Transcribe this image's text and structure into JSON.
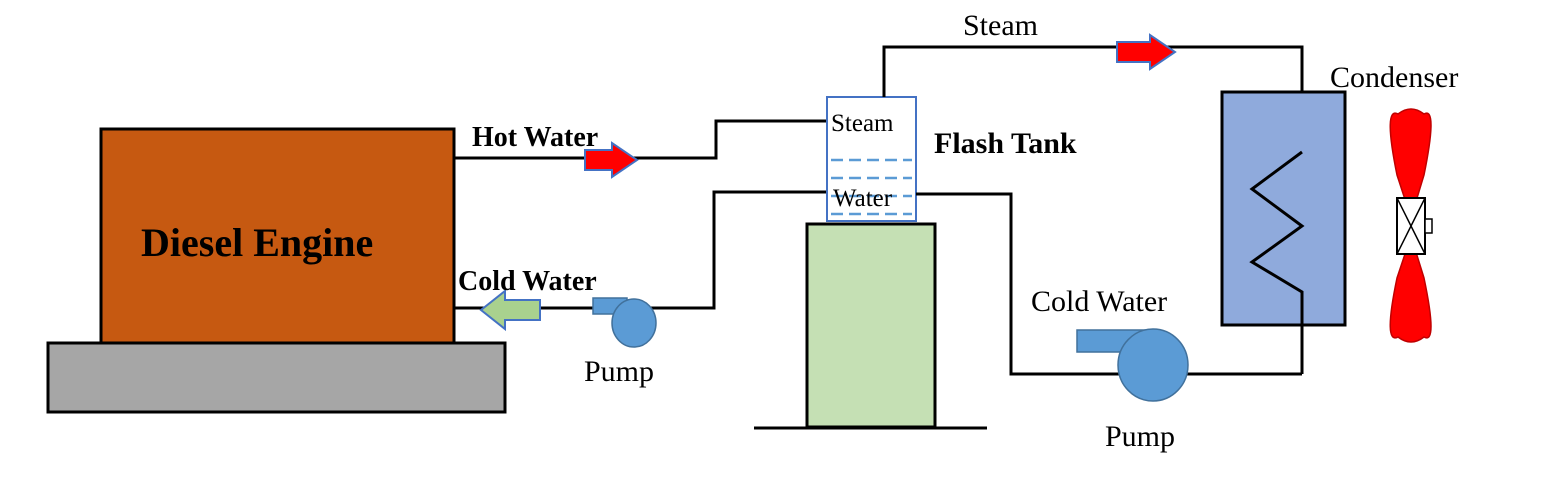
{
  "labels": {
    "engine": "Diesel Engine",
    "hot_water": "Hot Water",
    "cold_water_left": "Cold Water",
    "pump_left": "Pump",
    "tank_steam": "Steam",
    "tank_water": "Water",
    "flash_tank": "Flash Tank",
    "steam_top": "Steam",
    "condenser": "Condenser",
    "cold_water_right": "Cold Water",
    "pump_right": "Pump"
  },
  "colors": {
    "engine": "#c65911",
    "base": "#a6a6a6",
    "tank_stand": "#c5e0b4",
    "condenser": "#8faadc",
    "pump": "#5b9bd5",
    "hot_arrow": "#ff0000",
    "cold_arrow": "#a9d18e",
    "steam_arrow": "#ff0000",
    "fan": "#ff0000",
    "water_lines": "#5b9bd5"
  }
}
